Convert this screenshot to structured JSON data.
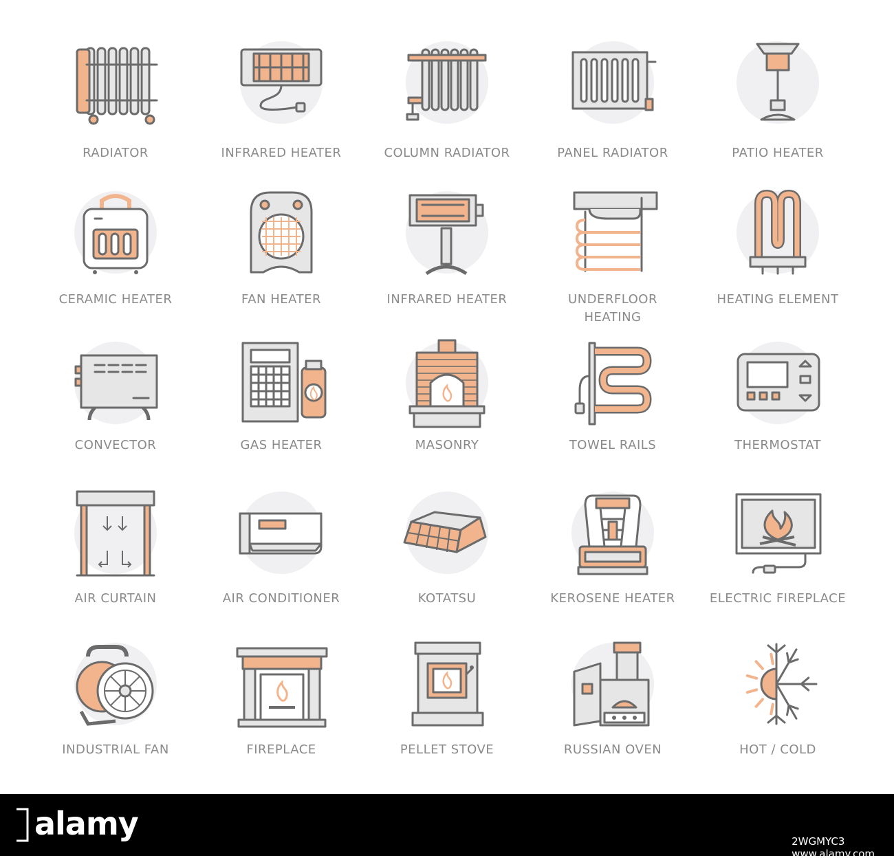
{
  "palette": {
    "orange": "#f2b48d",
    "gray": "#e6e6e6",
    "stroke": "#6b6b6b",
    "circle": "#f0f0f2",
    "label": "#8a8a8a"
  },
  "icons": [
    {
      "label": "RADIATOR",
      "icon": "oil-radiator-icon"
    },
    {
      "label": "INFRARED HEATER",
      "icon": "infrared-heater-icon"
    },
    {
      "label": "COLUMN RADIATOR",
      "icon": "column-radiator-icon"
    },
    {
      "label": "PANEL RADIATOR",
      "icon": "panel-radiator-icon"
    },
    {
      "label": "PATIO HEATER",
      "icon": "patio-heater-icon"
    },
    {
      "label": "CERAMIC HEATER",
      "icon": "ceramic-heater-icon"
    },
    {
      "label": "FAN HEATER",
      "icon": "fan-heater-icon"
    },
    {
      "label": "INFRARED HEATER",
      "icon": "standing-infrared-heater-icon"
    },
    {
      "label": "UNDERFLOOR HEATING",
      "icon": "underfloor-heating-icon"
    },
    {
      "label": "HEATING ELEMENT",
      "icon": "heating-element-icon"
    },
    {
      "label": "CONVECTOR",
      "icon": "convector-icon"
    },
    {
      "label": "GAS HEATER",
      "icon": "gas-heater-icon"
    },
    {
      "label": "MASONRY",
      "icon": "masonry-heater-icon"
    },
    {
      "label": "TOWEL RAILS",
      "icon": "towel-rails-icon"
    },
    {
      "label": "THERMOSTAT",
      "icon": "thermostat-icon"
    },
    {
      "label": "AIR CURTAIN",
      "icon": "air-curtain-icon"
    },
    {
      "label": "AIR CONDITIONER",
      "icon": "air-conditioner-icon"
    },
    {
      "label": "KOTATSU",
      "icon": "kotatsu-icon"
    },
    {
      "label": "KEROSENE HEATER",
      "icon": "kerosene-heater-icon"
    },
    {
      "label": "ELECTRIC FIREPLACE",
      "icon": "electric-fireplace-icon"
    },
    {
      "label": "INDUSTRIAL FAN",
      "icon": "industrial-fan-icon"
    },
    {
      "label": "FIREPLACE",
      "icon": "fireplace-icon"
    },
    {
      "label": "PELLET STOVE",
      "icon": "pellet-stove-icon"
    },
    {
      "label": "RUSSIAN OVEN",
      "icon": "russian-oven-icon"
    },
    {
      "label": "HOT / COLD",
      "icon": "hot-cold-icon"
    }
  ],
  "footer": {
    "logo": "alamy",
    "caption": "",
    "image_id": "2WGMYC3",
    "url": "www.alamy.com"
  }
}
